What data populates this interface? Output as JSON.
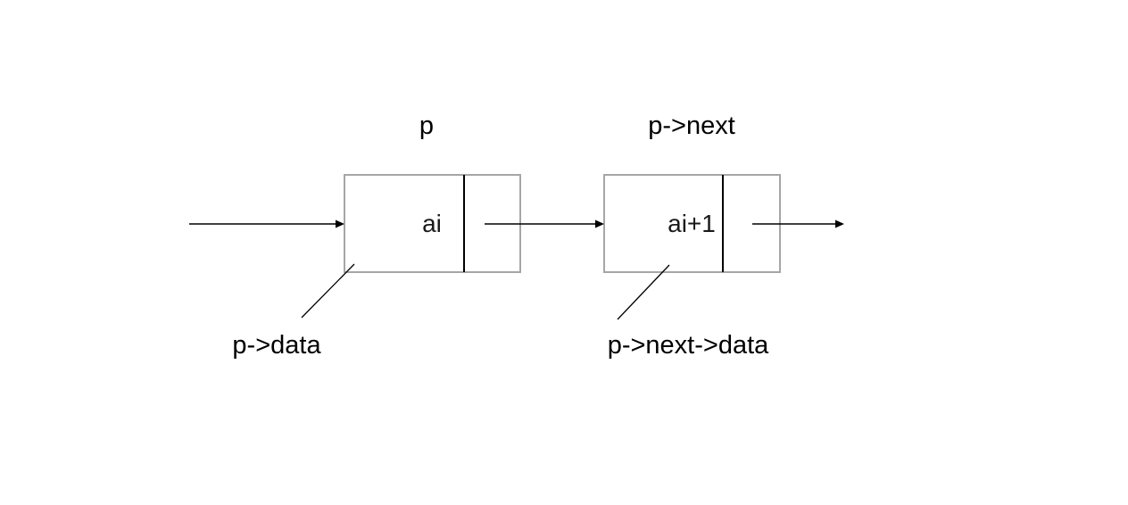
{
  "nodes": [
    {
      "pointer_label": "p",
      "value": "ai",
      "field_label": "p->data"
    },
    {
      "pointer_label": "p->next",
      "value": "ai+1",
      "field_label": "p->next->data"
    }
  ],
  "colors": {
    "box_border": "#a6a6a6",
    "lines": "#000000",
    "text": "#000000"
  }
}
